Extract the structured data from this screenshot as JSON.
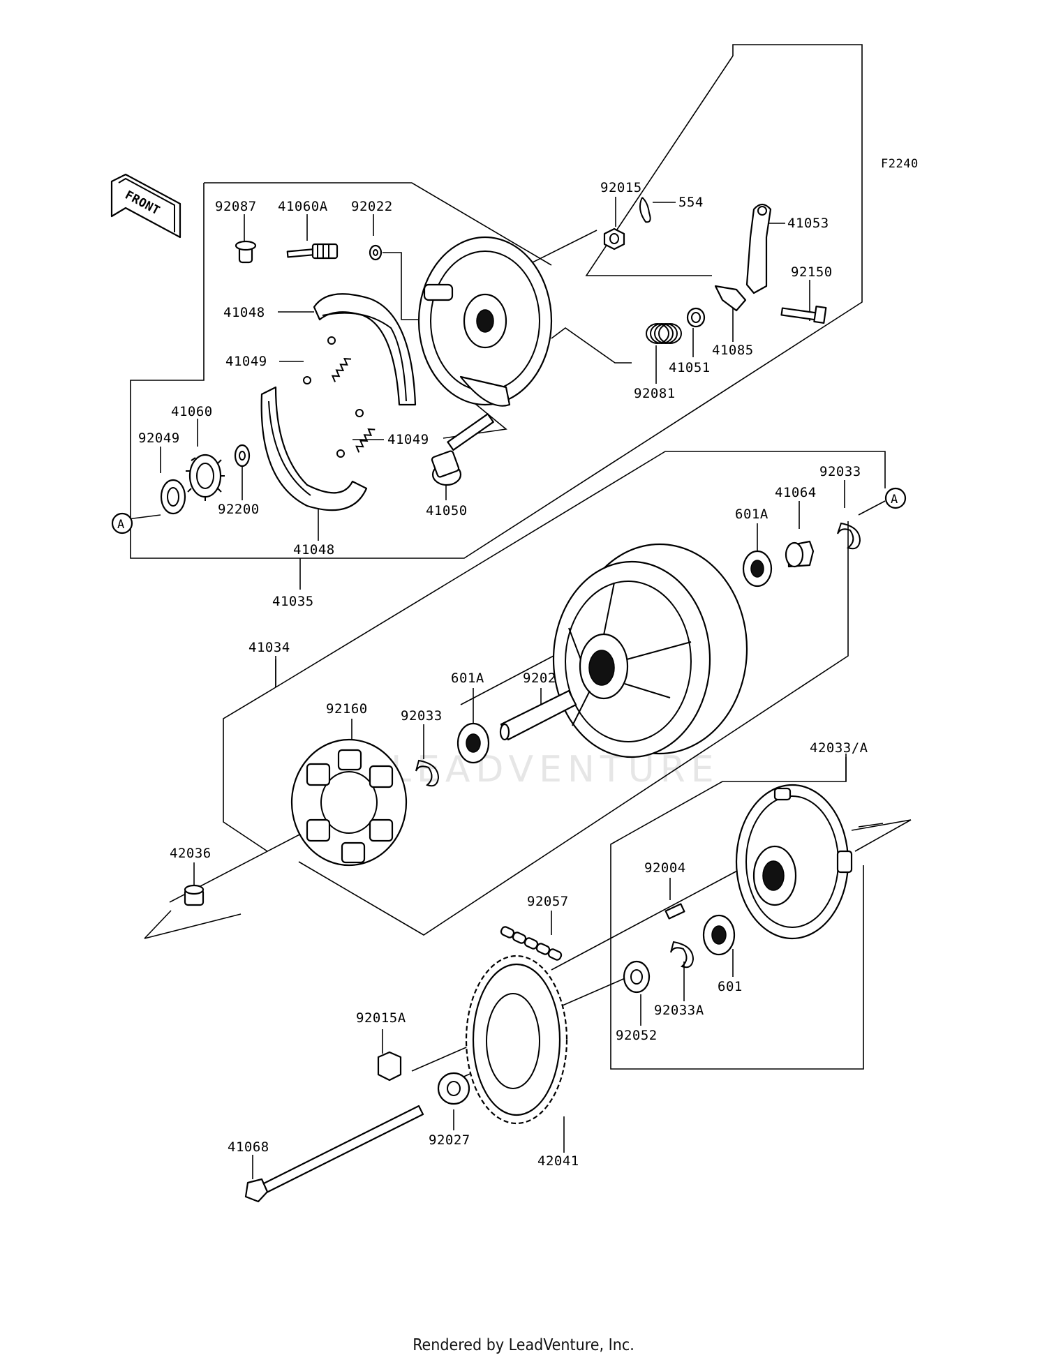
{
  "figure_code": "F2240",
  "front_label": "FRONT",
  "watermark": "LEADVENTURE",
  "footer": "Rendered by LeadVenture, Inc.",
  "ref_marker": "A",
  "parts": {
    "p92087": "92087",
    "p41060A": "41060A",
    "p92022": "92022",
    "p92015": "92015",
    "p554": "554",
    "p41053": "41053",
    "p92150": "92150",
    "p41048_top": "41048",
    "p41049_top": "41049",
    "p41085": "41085",
    "p41051": "41051",
    "p92081": "92081",
    "p41060": "41060",
    "p92049": "92049",
    "p41049_mid": "41049",
    "p92200": "92200",
    "p41050": "41050",
    "p41048_bot": "41048",
    "p41035": "41035",
    "p92033_top": "92033",
    "p41064": "41064",
    "p601A_top": "601A",
    "p41034": "41034",
    "p92027A": "92027A",
    "p601A_mid": "601A",
    "p92160": "92160",
    "p92033_mid": "92033",
    "p42033A": "42033/A",
    "p42036": "42036",
    "p92004": "92004",
    "p92057": "92057",
    "p601": "601",
    "p92033A": "92033A",
    "p92015A": "92015A",
    "p92052": "92052",
    "p41068": "41068",
    "p92027": "92027",
    "p42041": "42041"
  }
}
